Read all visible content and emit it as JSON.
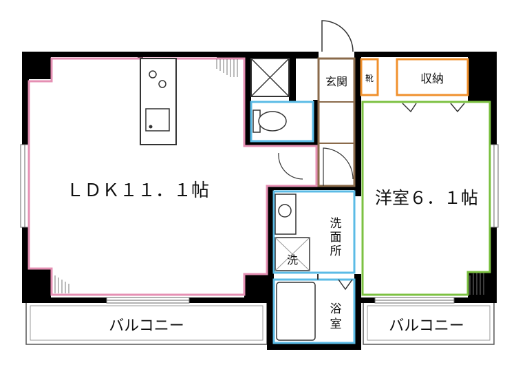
{
  "rooms": {
    "ldk": "ＬＤＫ１１．１帖",
    "western": "洋室６．１帖",
    "entrance": "玄関",
    "shoe": "靴",
    "storage": "収納",
    "washroom": [
      "洗",
      "面",
      "所"
    ],
    "washer": "洗",
    "bath": [
      "浴",
      "室"
    ]
  },
  "balcony": {
    "left": "バルコニー",
    "right": "バルコニー"
  },
  "colors": {
    "wall": "#000000",
    "ldk": "#e58fb3",
    "western": "#7cc142",
    "wet": "#5bbbe6",
    "storage": "#f0902c",
    "entrance": "#8a6a4a"
  }
}
